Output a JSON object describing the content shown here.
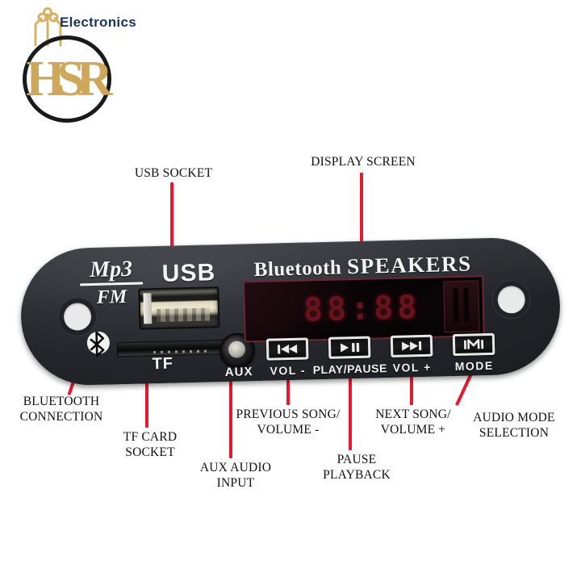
{
  "logo": {
    "monogram": "HSR",
    "brand": "Electronics",
    "brand_color": "#17355c",
    "monogram_color": "#cfa75b",
    "ring_color": "#1a1a1a",
    "circuit_icon": "circuit-trace-icon"
  },
  "callouts": {
    "usb_socket": "USB SOCKET",
    "display_screen": "DISPLAY SCREEN",
    "bluetooth_connection": "BLUETOOTH\nCONNECTION",
    "tf_card_socket": "TF CARD\nSOCKET",
    "aux_audio_input": "AUX AUDIO\nINPUT",
    "previous_song": "PREVIOUS SONG/\nVOLUME -",
    "pause_playback": "PAUSE\nPLAYBACK",
    "next_song": "NEXT SONG/\nVOLUME +",
    "audio_mode_selection": "AUDIO MODE\nSELECTION",
    "pointer_color": "#e8192c"
  },
  "board": {
    "silkscreen": {
      "mp3": "Mp3",
      "fm": "FM",
      "usb": "USB",
      "tf": "TF",
      "aux": "AUX",
      "title_part1": "Bluetooth ",
      "title_part2": "SPEAKERS",
      "bluetooth_icon": "bluetooth-icon"
    },
    "display": {
      "value": "88:88",
      "digit_color": "#6e1520",
      "bezel_color": "#6d2433"
    },
    "buttons": [
      {
        "key": "prev",
        "caption": "VOL -",
        "glyph": "⏮",
        "icon": "skip-previous-icon"
      },
      {
        "key": "play",
        "caption": "PLAY/PAUSE",
        "glyph": "⏯",
        "icon": "play-pause-icon"
      },
      {
        "key": "next",
        "caption": "VOL +",
        "glyph": "⏭",
        "icon": "skip-next-icon"
      },
      {
        "key": "mode",
        "caption": "MODE",
        "glyph": "M",
        "icon": "mode-icon"
      }
    ],
    "ports": {
      "usb_port": "usb-a-port",
      "tf_slot": "microsd-slot",
      "aux_jack": "aux-3.5mm-jack",
      "ir_window": "ir-receiver-window",
      "mount_hole_left": "mounting-hole",
      "mount_hole_right": "mounting-hole"
    },
    "body_color": "#24262b"
  }
}
